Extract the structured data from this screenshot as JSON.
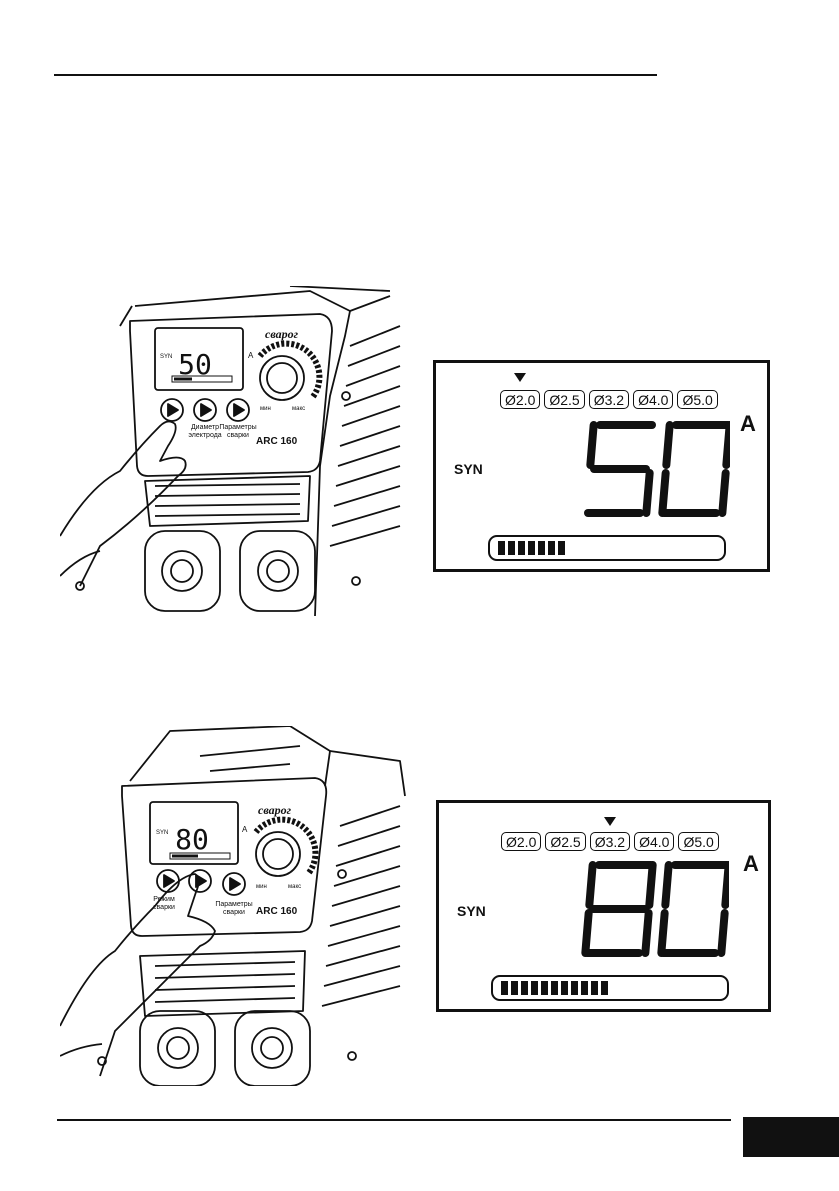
{
  "device": {
    "brand": "сварог",
    "model": "ARC 160",
    "unit": "A",
    "syn_label": "SYN",
    "knob_min_label": "мин",
    "knob_max_label": "макс",
    "buttons": [
      {
        "label": "Режим сварки"
      },
      {
        "label": "Диаметр электрода"
      },
      {
        "label": "Параметры сварки"
      }
    ]
  },
  "diameter_options": [
    "Ø2.0",
    "Ø2.5",
    "Ø3.2",
    "Ø4.0",
    "Ø5.0"
  ],
  "panels": [
    {
      "value": "50",
      "selected_diameter_index": 0,
      "bar_level": 7,
      "bar_max": 26
    },
    {
      "value": "80",
      "selected_diameter_index": 2,
      "bar_level": 11,
      "bar_max": 26
    }
  ]
}
